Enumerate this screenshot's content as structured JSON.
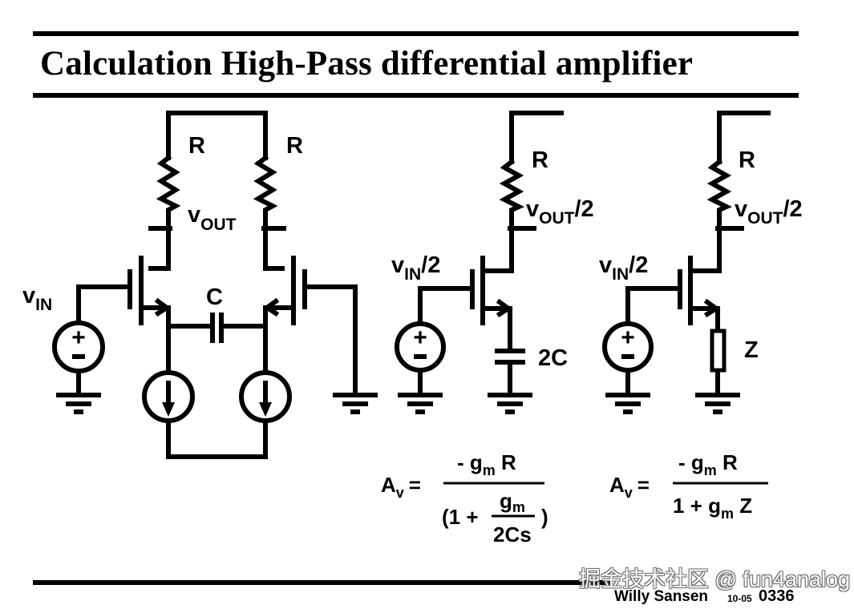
{
  "slide": {
    "title": "Calculation High-Pass differential amplifier",
    "footer": {
      "author": "Willy Sansen",
      "date_code": "10-05",
      "slide_number": "0336"
    },
    "watermark": "掘金技术社区 @ fun4analog"
  },
  "circuits": {
    "differential": {
      "resistor_left": "R",
      "resistor_right": "R",
      "output_label": "v",
      "output_sub": "OUT",
      "input_label": "v",
      "input_sub": "IN",
      "capacitor": "C",
      "source_plus": "+",
      "source_minus": "−"
    },
    "half_circuit_cap": {
      "resistor": "R",
      "output_label": "v",
      "output_sub": "OUT",
      "output_suffix": "/2",
      "input_label": "v",
      "input_sub": "IN",
      "input_suffix": "/2",
      "capacitor": "2C"
    },
    "half_circuit_z": {
      "resistor": "R",
      "output_label": "v",
      "output_sub": "OUT",
      "output_suffix": "/2",
      "input_label": "v",
      "input_sub": "IN",
      "input_suffix": "/2",
      "impedance": "Z"
    }
  },
  "equations": {
    "eq1": {
      "lhs": "A",
      "lhs_sub": "v",
      "equals": "=",
      "num_prefix": "- g",
      "num_sub": "m",
      "num_suffix": " R",
      "den_open": "(1 +",
      "den_inner_num": "g",
      "den_inner_num_sub": "m",
      "den_inner_den": "2Cs",
      "den_close": ")"
    },
    "eq2": {
      "lhs": "A",
      "lhs_sub": "v",
      "equals": "=",
      "num_prefix": "- g",
      "num_sub": "m",
      "num_suffix": " R",
      "den_prefix": "1 + g",
      "den_sub": "m",
      "den_suffix": " Z"
    }
  }
}
